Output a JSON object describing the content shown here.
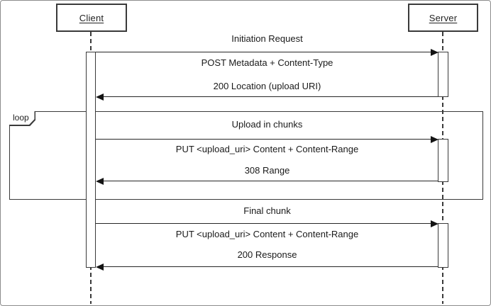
{
  "diagram": {
    "kind": "uml-sequence-diagram",
    "actors": {
      "client": "Client",
      "server": "Server"
    },
    "fragment": {
      "operator": "loop"
    },
    "sections": [
      {
        "title": "Initiation Request",
        "request": "POST Metadata + Content-Type",
        "response": "200 Location (upload URI)"
      },
      {
        "title": "Upload in chunks",
        "request": "PUT <upload_uri> Content + Content-Range",
        "response": "308 Range"
      },
      {
        "title": "Final chunk",
        "request": "PUT <upload_uri> Content + Content-Range",
        "response": "200 Response"
      }
    ],
    "colors": {
      "background": "#ffffff",
      "line": "#2a2a2a",
      "outer_border": "#8c8c8c"
    }
  }
}
